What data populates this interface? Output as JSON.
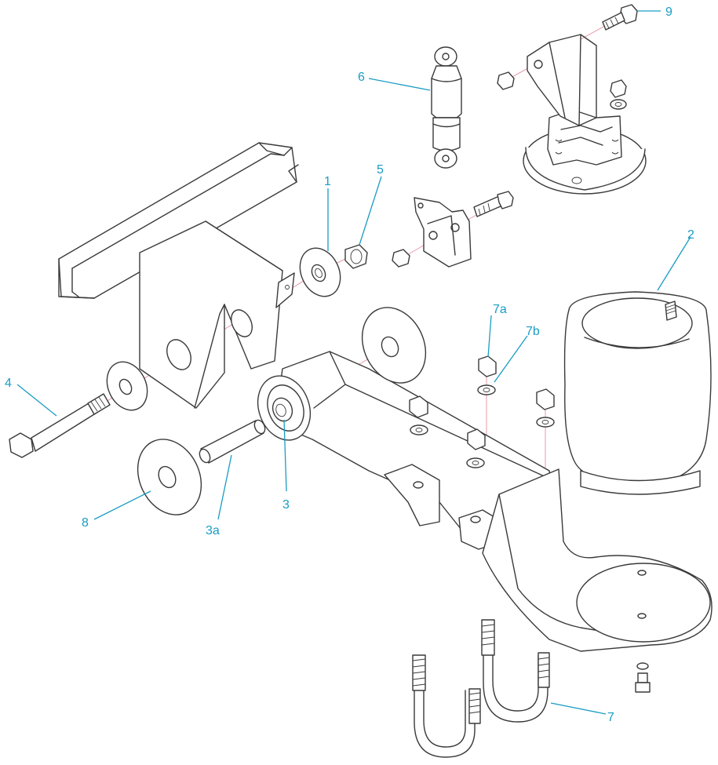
{
  "colors": {
    "line": "#3a3a3a",
    "callout": "#1a9cc4",
    "axis": "#e89aa8",
    "background": "#ffffff"
  },
  "callouts": {
    "c1": "1",
    "c2": "2",
    "c3": "3",
    "c3a": "3a",
    "c4": "4",
    "c5": "5",
    "c6": "6",
    "c7": "7",
    "c7a": "7a",
    "c7b": "7b",
    "c8": "8",
    "c9": "9"
  }
}
